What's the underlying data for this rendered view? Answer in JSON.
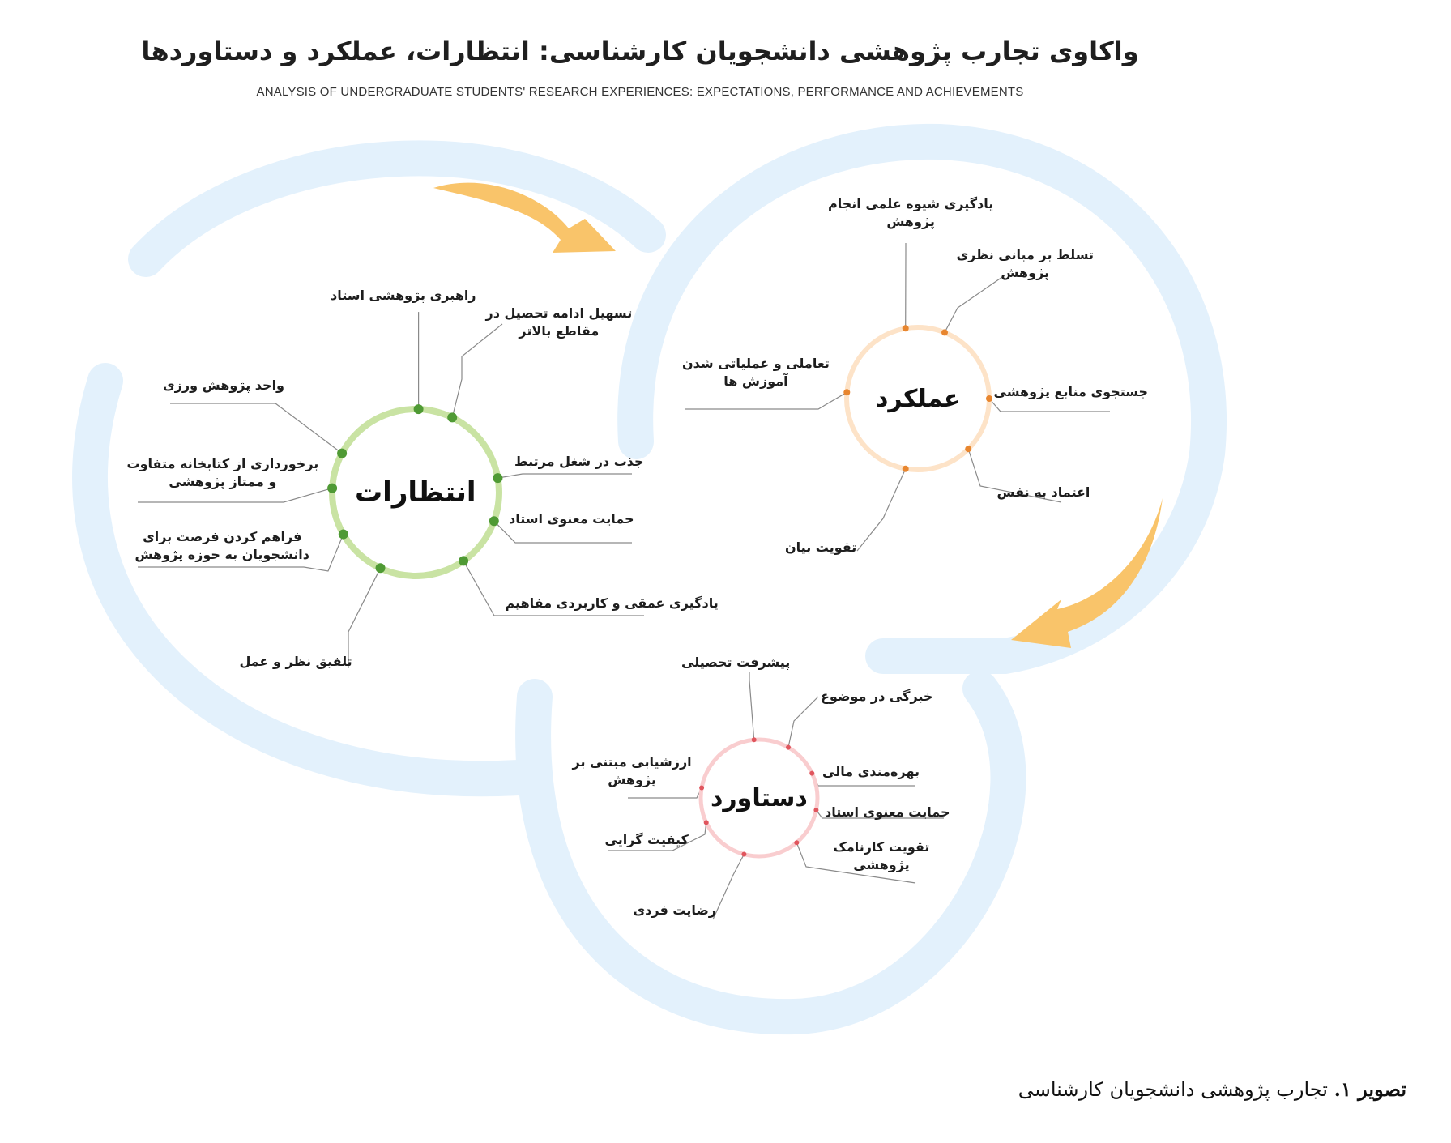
{
  "title": "واکاوی تجارب پژوهشی دانشجویان کارشناسی: انتظارات، عملکرد و دستاوردها",
  "subtitle": "ANALYSIS OF UNDERGRADUATE STUDENTS' RESEARCH EXPERIENCES: EXPECTATIONS, PERFORMANCE AND ACHIEVEMENTS",
  "hubs": {
    "expectations": {
      "label": "انتظارات",
      "color": "#c9e3a3",
      "dot_color": "#4f9a34",
      "items": [
        "راهبری پژوهشی استاد",
        "تسهیل ادامه تحصیل در\nمقاطع بالاتر",
        "جذب در شغل مرتبط",
        "حمایت معنوی استاد",
        "یادگیری عمقی و کاربردی مفاهیم",
        "تلفیق نظر و عمل",
        "فراهم کردن فرصت برای\nدانشجویان به حوزه پژوهش",
        "برخورداری از کتابخانه متفاوت\nو ممتاز پژوهشی",
        "واحد پژوهش ورزی"
      ]
    },
    "performance": {
      "label": "عملکرد",
      "color": "#fde3c8",
      "dot_color": "#e8862f",
      "items": [
        "یادگیری شیوه علمی انجام\nپژوهش",
        "تسلط بر مبانی نظری\nپژوهش",
        "جستجوی منابع پژوهشی",
        "اعتماد به نفس",
        "تقویت بیان",
        "تعاملی و عملیاتی شدن\nآموزش ها"
      ]
    },
    "achievements": {
      "label": "دستاورد",
      "color": "#f9cdcf",
      "dot_color": "#e0555d",
      "items": [
        "پیشرفت تحصیلی",
        "خبرگی در موضوع",
        "بهره‌مندی مالی",
        "حمایت معنوی استاد",
        "تقویت کارنامک\nپژوهشی",
        "رضایت فردی",
        "کیفیت گرایی",
        "ارزشیابی مبتنی بر\nپژوهش"
      ]
    }
  },
  "ring_color": "#e3f1fc",
  "arrow_color": "#f9c46a",
  "caption": {
    "bold": "تصویر ۱.",
    "text": " تجارب پژوهشی دانشجویان کارشناسی"
  }
}
